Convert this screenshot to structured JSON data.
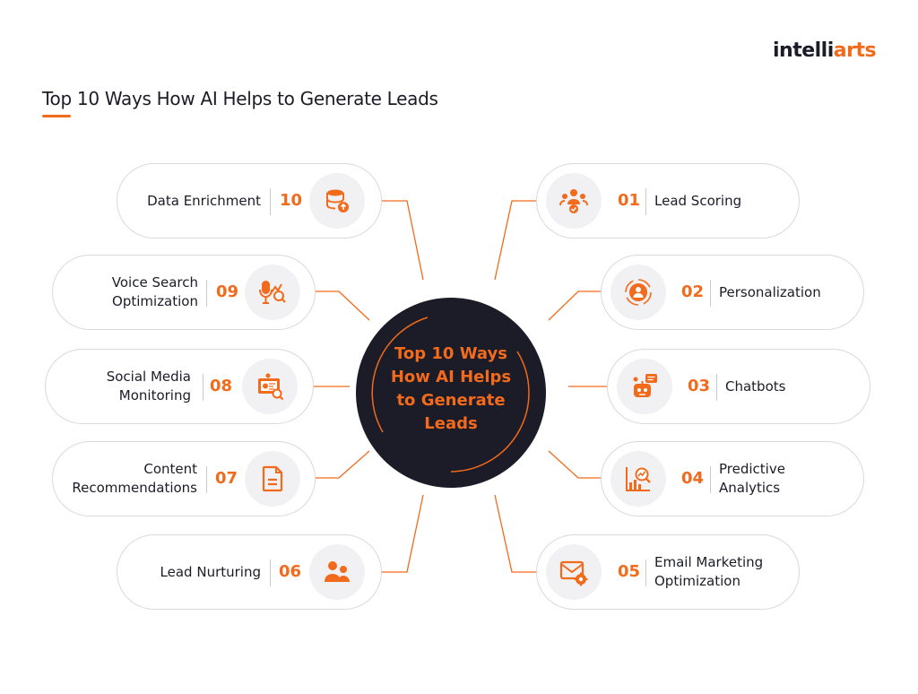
{
  "title": "Top 10 Ways How AI Helps to Generate Leads",
  "brand": {
    "prefix": "intelli",
    "accent": "arts"
  },
  "center": {
    "lines": [
      "Top 10 Ways",
      "How AI Helps",
      "to Generate",
      "Leads"
    ]
  },
  "colors": {
    "accent": "#f26a1b",
    "dark": "#1c1c28",
    "icon_bg": "#f1f1f3",
    "border": "#d9d9dd"
  },
  "items": [
    {
      "num": "10",
      "label": [
        "Data Enrichment"
      ],
      "icon": "database-upload-icon"
    },
    {
      "num": "09",
      "label": [
        "Voice Search",
        "Optimization"
      ],
      "icon": "microphone-analytics-icon"
    },
    {
      "num": "08",
      "label": [
        "Social Media",
        "Monitoring"
      ],
      "icon": "social-monitor-icon"
    },
    {
      "num": "07",
      "label": [
        "Content",
        "Recommendations"
      ],
      "icon": "document-icon"
    },
    {
      "num": "06",
      "label": [
        "Lead Nurturing"
      ],
      "icon": "people-icon"
    },
    {
      "num": "01",
      "label": [
        "Lead Scoring"
      ],
      "icon": "group-rating-icon"
    },
    {
      "num": "02",
      "label": [
        "Personalization"
      ],
      "icon": "target-person-icon"
    },
    {
      "num": "03",
      "label": [
        "Chatbots"
      ],
      "icon": "chatbot-icon"
    },
    {
      "num": "04",
      "label": [
        "Predictive",
        "Analytics"
      ],
      "icon": "analytics-chart-icon"
    },
    {
      "num": "05",
      "label": [
        "Email Marketing",
        "Optimization"
      ],
      "icon": "email-gear-icon"
    }
  ]
}
